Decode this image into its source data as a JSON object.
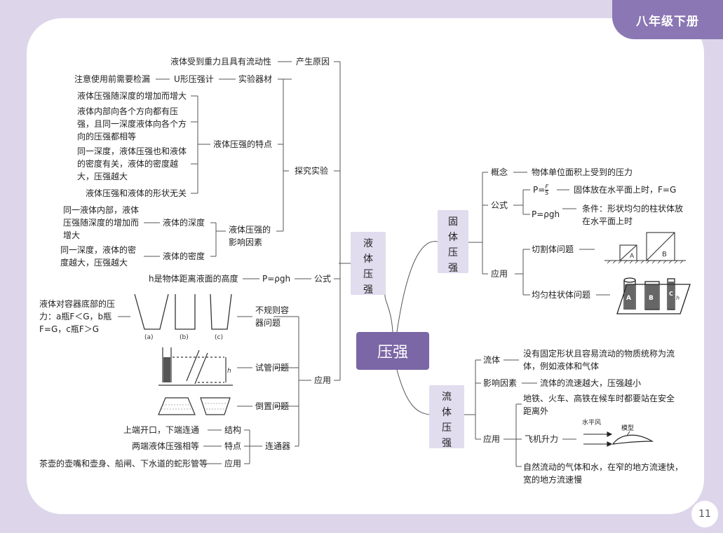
{
  "grade_tab": "八年级下册",
  "page_number": "11",
  "root": "压强",
  "liquid": {
    "title_chars": [
      "液",
      "体",
      "压",
      "强"
    ],
    "cause": {
      "label": "产生原因",
      "detail": "液体受到重力且具有流动性"
    },
    "instrument": {
      "label": "实验器材",
      "name": "U形压强计",
      "note": "注意使用前需要检漏"
    },
    "explore": {
      "label": "探究实验"
    },
    "features": {
      "label": "液体压强的特点",
      "items": [
        "液体压强随深度的增加而增大",
        "液体内部向各个方向都有压强，且同一深度液体向各个方向的压强都相等",
        "同一深度，液体压强也和液体的密度有关，液体的密度越大，压强越大",
        "液体压强和液体的形状无关"
      ]
    },
    "factors": {
      "label": "液体压强的影响因素",
      "depth": {
        "label": "液体的深度",
        "detail": "同一液体内部，液体压强随深度的增加而增大"
      },
      "density": {
        "label": "液体的密度",
        "detail": "同一深度，液体的密度越大，压强越大"
      }
    },
    "formula": {
      "label": "公式",
      "expr": "P=ρgh",
      "note": "h是物体距离液面的高度"
    },
    "apply": {
      "label": "应用",
      "irregular": {
        "label": "不规则容器问题",
        "detail": "液体对容器底部的压力：a瓶F＜G，b瓶F=G，c瓶F＞G",
        "fig": [
          "(a)",
          "(b)",
          "(c)"
        ],
        "h": "h"
      },
      "tube": {
        "label": "试管问题"
      },
      "invert": {
        "label": "倒置问题"
      },
      "connector": {
        "label": "连通器",
        "structure": {
          "label": "结构",
          "detail": "上端开口，下端连通"
        },
        "feature": {
          "label": "特点",
          "detail": "两端液体压强相等"
        },
        "usage": {
          "label": "应用",
          "detail": "茶壶的壶嘴和壶身、船闸、下水道的蛇形管等"
        }
      }
    }
  },
  "solid": {
    "title_chars": [
      "固",
      "体",
      "压",
      "强"
    ],
    "concept": {
      "label": "概念",
      "detail": "物体单位面积上受到的压力"
    },
    "formula": {
      "label": "公式",
      "f1": "P=",
      "f1_num": "F",
      "f1_den": "S",
      "f1_note": "固体放在水平面上时，F=G",
      "f2": "P=ρgh",
      "f2_note": "条件：形状均匀的柱状体放在水平面上时"
    },
    "apply": {
      "label": "应用",
      "cut": {
        "label": "切割体问题",
        "fig": [
          "A",
          "B"
        ]
      },
      "column": {
        "label": "均匀柱状体问题",
        "fig": [
          "A",
          "B",
          "C",
          "h"
        ]
      }
    }
  },
  "fluid": {
    "title_chars": [
      "流",
      "体",
      "压",
      "强"
    ],
    "fluid_def": {
      "label": "流体",
      "detail": "没有固定形状且容易流动的物质统称为流体，例如液体和气体"
    },
    "factor": {
      "label": "影响因素",
      "detail": "流体的流速越大，压强越小"
    },
    "apply": {
      "label": "应用",
      "item1": "地铁、火车、高铁在候车时都要站在安全距离外",
      "plane": {
        "label": "飞机升力",
        "wind": "水平风",
        "model": "模型"
      },
      "item3": "自然流动的气体和水，在窄的地方流速快，宽的地方流速慢"
    }
  }
}
